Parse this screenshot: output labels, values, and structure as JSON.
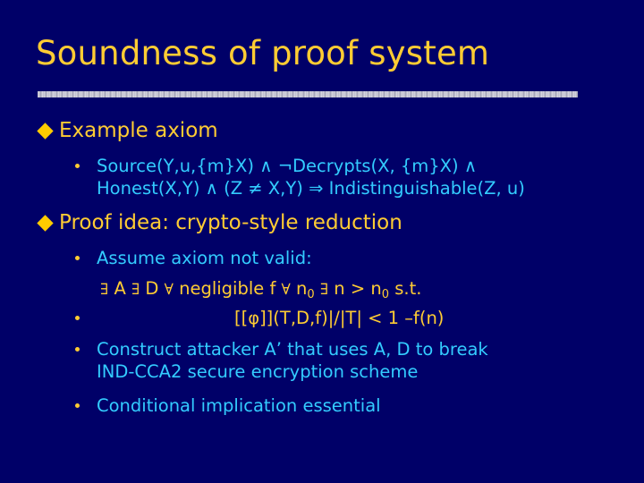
{
  "slide": {
    "title": "Soundness of proof system",
    "colors": {
      "background": "#000068",
      "title": "#FFCC33",
      "heading": "#FFCC33",
      "body_text": "#33CCFF",
      "bullet": "#FFCC33",
      "divider": "#C0C0CC"
    },
    "sections": [
      {
        "bullet_icon": "diamond",
        "heading": "Example axiom",
        "items": [
          {
            "bullet_icon": "dot",
            "lines": [
              "Source(Y,u,{m}X) ∧ ¬Decrypts(X, {m}X) ∧",
              "Honest(X,Y) ∧ (Z ≠ X,Y) ⇒ Indistinguishable(Z, u)"
            ]
          }
        ]
      },
      {
        "bullet_icon": "diamond",
        "heading": "Proof idea: crypto-style reduction",
        "items": [
          {
            "bullet_icon": "dot",
            "lines": [
              "Assume axiom not valid:"
            ]
          },
          {
            "bullet_icon": "none",
            "formula_line_1": {
              "exists1": "∃",
              "A": "A",
              "exists2": "∃",
              "D": "D",
              "forall1": "∀",
              "negligible_f": "negligible f",
              "forall2": "∀",
              "n": "n",
              "sub0a": "0",
              "exists3": "∃",
              "n_gt_n": "n > n",
              "sub0b": "0",
              "st": "s.t."
            }
          },
          {
            "bullet_icon": "dot",
            "formula_line_2": "[[φ]](T,D,f)|/|T| < 1 –f(n)"
          },
          {
            "bullet_icon": "dot",
            "lines": [
              "Construct attacker A’ that uses A, D to break",
              "IND-CCA2 secure encryption scheme"
            ]
          },
          {
            "bullet_icon": "dot",
            "lines": [
              "Conditional implication essential"
            ]
          }
        ]
      }
    ]
  }
}
